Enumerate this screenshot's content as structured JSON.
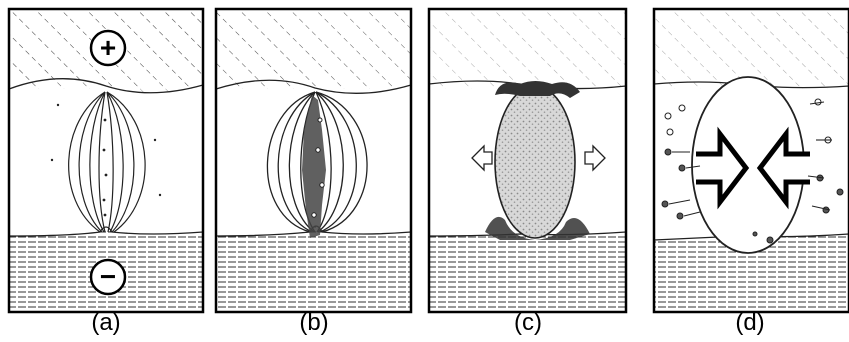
{
  "figure": {
    "panels": [
      {
        "caption": "(a)"
      },
      {
        "caption": "(b)"
      },
      {
        "caption": "(c)"
      },
      {
        "caption": "(d)"
      }
    ],
    "electrodes": {
      "anode_symbol": "+",
      "cathode_symbol": "−"
    }
  }
}
